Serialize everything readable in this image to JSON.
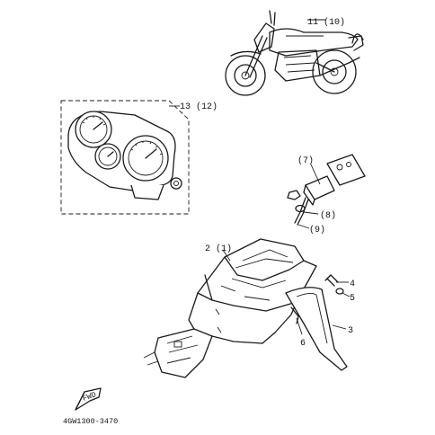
{
  "callouts": {
    "c11": "11 (10)",
    "c13": "13 (12)",
    "c7": "(7)",
    "c8": "(8)",
    "c9": "(9)",
    "c2": "2 (1)",
    "c4": "4",
    "c5": "5",
    "c3": "3",
    "c6": "6"
  },
  "front_arrow_label": "FWD",
  "diagram_code": "4GW1300-3470"
}
